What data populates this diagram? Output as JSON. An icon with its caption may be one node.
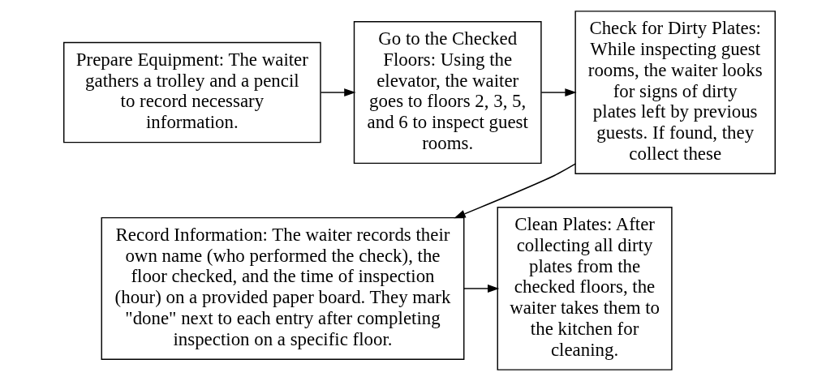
{
  "diagram": {
    "nodes": [
      {
        "text": [
          "Prepare Equipment: The waiter gathers a trolley and a pencil to record necessary information."
        ]
      },
      {
        "text": [
          "Go to the Checked Floors: Using the elevator, the waiter goes to floors 2, 3, 5, and 6 to inspect guest rooms."
        ]
      },
      {
        "text": [
          "Check for Dirty Plates: While inspecting guest rooms, the waiter looks for signs of dirty plates left by previous guests. If found, they collect these"
        ]
      },
      {
        "text": [
          "Record Information: The waiter records their own name (who performed the check), the floor checked, and the time of inspection (hour) on a provided paper board. They mark \"done\" next to each entry after completing inspection on a specific floor."
        ]
      },
      {
        "text": [
          "Clean Plates: After collecting all dirty plates from the checked floors, the waiter takes them to the kitchen for cleaning."
        ]
      }
    ],
    "edges": [
      {
        "from": 0,
        "to": 1,
        "arrow": "to"
      },
      {
        "from": 1,
        "to": 2,
        "arrow": "to"
      },
      {
        "from": 2,
        "to": 3,
        "arrow": "to"
      },
      {
        "from": 3,
        "to": 4,
        "arrow": "to"
      }
    ]
  }
}
